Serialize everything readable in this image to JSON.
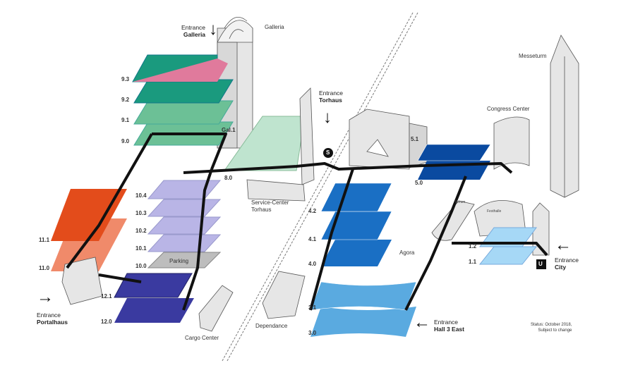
{
  "entrances": {
    "galleria": {
      "line1": "Entrance",
      "line2": "Galleria"
    },
    "torhaus": {
      "line1": "Entrance",
      "line2": "Torhaus"
    },
    "portalhaus": {
      "line1": "Entrance",
      "line2": "Portalhaus"
    },
    "hall3east": {
      "line1": "Entrance",
      "line2": "Hall 3 East"
    },
    "city": {
      "line1": "Entrance",
      "line2": "City"
    }
  },
  "buildings": {
    "galleria": "Galleria",
    "messeturm": "Messeturm",
    "congress_center": "Congress Center",
    "service_center": {
      "line1": "Service-Center",
      "line2": "Torhaus"
    },
    "parking": "Parking",
    "agora": "Agora",
    "dependance": "Dependance",
    "cargo_center": "Cargo Center",
    "forum": "Forum",
    "festhalle": "Festhalle",
    "gal1": "Gal.1"
  },
  "levels": {
    "h93": "9.3",
    "h92": "9.2",
    "h91": "9.1",
    "h90": "9.0",
    "h80": "8.0",
    "h104": "10.4",
    "h103": "10.3",
    "h102": "10.2",
    "h101": "10.1",
    "h100": "10.0",
    "h111": "11.1",
    "h110": "11.0",
    "h121": "12.1",
    "h120": "12.0",
    "h42": "4.2",
    "h41": "4.1",
    "h40": "4.0",
    "h51": "5.1",
    "h50": "5.0",
    "h31": "3.1",
    "h30": "3.0",
    "h12": "1.2",
    "h11": "1.1"
  },
  "icons": {
    "s_bahn": "S",
    "u_bahn": "U"
  },
  "status": {
    "line1": "Status: October 2018,",
    "line2": "Subject to change"
  },
  "colors": {
    "hall9_dark": "#1a9a7e",
    "hall9_pink": "#e07a9c",
    "hall9_light": "#6cc096",
    "hall8": "#bfe4cf",
    "hall10": "#b9b5e6",
    "parking": "#bdbdbd",
    "hall11_dark": "#e34c1b",
    "hall11_light": "#f08a6a",
    "hall12": "#3a3aa0",
    "hall4": "#1a6fc4",
    "hall5": "#0a4aa0",
    "hall3": "#5aaae0",
    "hall1": "#a6d8f6"
  }
}
